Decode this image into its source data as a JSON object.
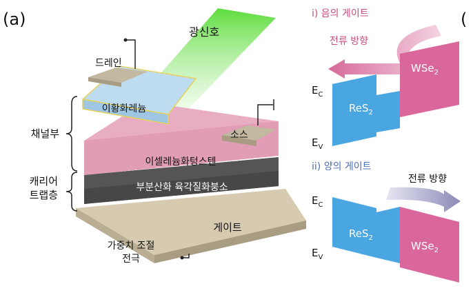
{
  "panel_label": "(a)",
  "right_cut_char": "(",
  "device": {
    "light_signal": "광신호",
    "drain": "드레인",
    "source": "소스",
    "rhenium_sulfide": "이황화레늄",
    "rhenium_tungsten_diselenide": "이셀레늄화텅스텐",
    "partial_oxide_hbn": "부분산화 육각질화붕소",
    "gate": "게이트",
    "weight_electrode_line1": "가중치 조절",
    "weight_electrode_line2": "전극",
    "channel_label": "채널부",
    "trap_label_line1": "캐리어",
    "trap_label_line2": "트랩층"
  },
  "band_negative": {
    "title": "i) 음의 게이트",
    "current_label": "전류 방향",
    "ec_label": "E",
    "ec_sub": "C",
    "ev_label": "E",
    "ev_sub": "V",
    "left_material": "ReS",
    "left_sub": "2",
    "right_material": "WSe",
    "right_sub": "2"
  },
  "band_positive": {
    "title": "ii) 양의 게이트",
    "current_label": "전류 방향",
    "ec_label": "E",
    "ec_sub": "C",
    "ev_label": "E",
    "ev_sub": "V",
    "left_material": "ReS",
    "left_sub": "2",
    "right_material": "WSe",
    "right_sub": "2"
  },
  "colors": {
    "light_beam": "#5ddc3c",
    "res2_blue": "#4aa6e0",
    "wse2_pink": "#d9679b",
    "negative_arrow": "#d86a9a",
    "positive_arrow": "#8c8ab8",
    "gate_beige": "#cfc3a8",
    "hbn_dark": "#555555",
    "channel_pink": "#e4a1b9",
    "top_blue": "#b5d6ec",
    "contact_beige": "#b5a991",
    "title_negative": "#c94d7f",
    "title_positive": "#4d6fb8"
  }
}
